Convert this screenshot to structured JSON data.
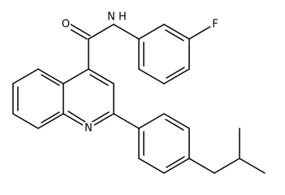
{
  "atoms": {
    "oxygen": "O",
    "amide_nh": "N H",
    "fluorine": "F",
    "quinoline_n": "N"
  }
}
